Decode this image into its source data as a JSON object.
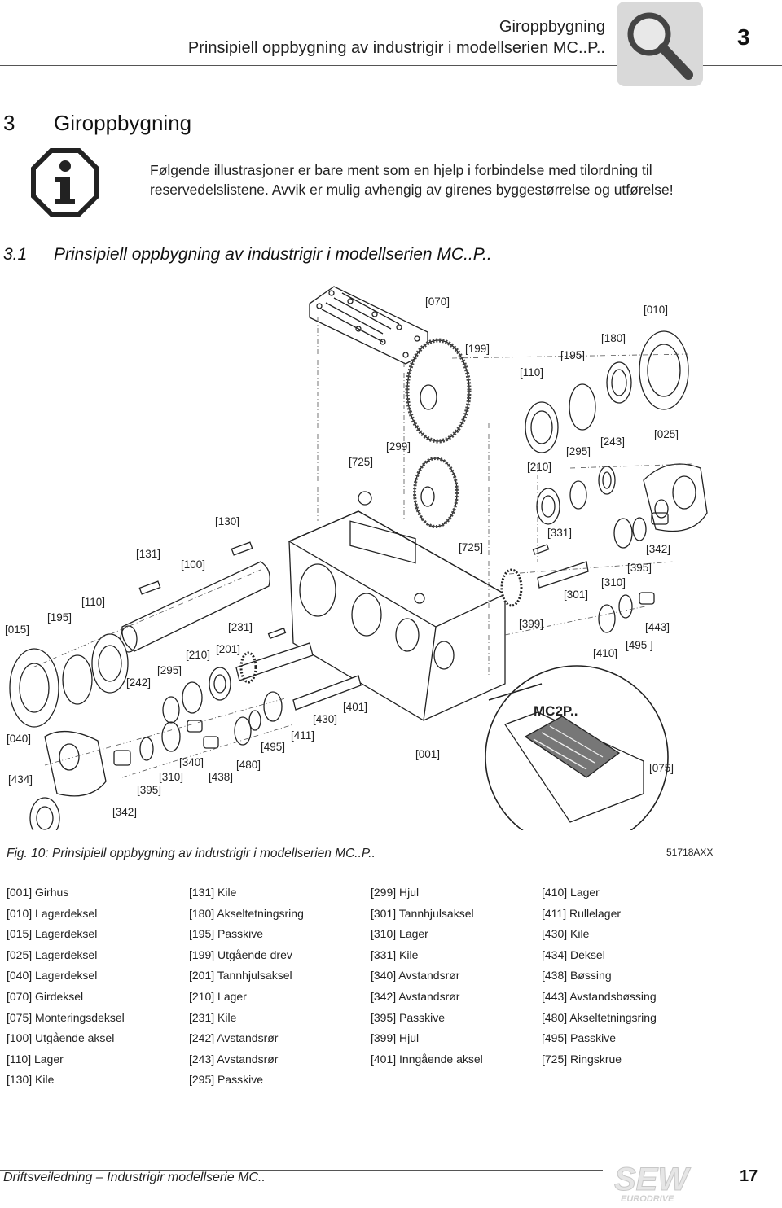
{
  "header": {
    "title": "Giroppbygning",
    "subtitle": "Prinsipiell oppbygning av industrigir i modellserien MC..P..",
    "chapter_number": "3",
    "icon": "magnifier-icon"
  },
  "section": {
    "number": "3",
    "title": "Giroppbygning",
    "info_icon": "info-icon",
    "info_text": "Følgende illustrasjoner er bare ment som en hjelp i forbindelse med tilordning til reservedelslistene. Avvik er mulig avhengig av girenes byggestørrelse og utførelse!"
  },
  "subsection": {
    "number": "3.1",
    "title": "Prinsipiell oppbygning av industrigir i modellserien MC..P.."
  },
  "figure": {
    "callouts": [
      "[070]",
      "[010]",
      "[199]",
      "[180]",
      "[195]",
      "[110]",
      "[025]",
      "[299]",
      "[243]",
      "[295]",
      "[725]",
      "[210]",
      "[130]",
      "[131]",
      "[100]",
      "[725]",
      "[331]",
      "[342]",
      "[395]",
      "[310]",
      "[301]",
      "[110]",
      "[195]",
      "[015]",
      "[231]",
      "[399]",
      "[443]",
      "[201]",
      "[495 ]",
      "[410]",
      "[210]",
      "[295]",
      "[242]",
      "[401]",
      "[430]",
      "[411]",
      "[040]",
      "[495]",
      "[340]",
      "[480]",
      "[001]",
      "[310]",
      "[438]",
      "[434]",
      "[395]",
      "[342]",
      "[075]"
    ],
    "detail_label": "MC2P..",
    "caption": "Fig. 10: Prinsipiell oppbygning av industrigir i modellserien MC..P..",
    "code": "51718AXX"
  },
  "legend": {
    "columns": [
      [
        "[001] Girhus",
        "[010] Lagerdeksel",
        "[015] Lagerdeksel",
        "[025] Lagerdeksel",
        "[040] Lagerdeksel",
        "[070] Girdeksel",
        "[075] Monteringsdeksel",
        "[100] Utgående aksel",
        "[110] Lager",
        "[130] Kile"
      ],
      [
        "[131] Kile",
        "[180] Akseltetningsring",
        "[195] Passkive",
        "[199] Utgående drev",
        "[201] Tannhjulsaksel",
        "[210] Lager",
        "[231] Kile",
        "[242] Avstandsrør",
        "[243] Avstandsrør",
        "[295] Passkive"
      ],
      [
        "[299] Hjul",
        "[301] Tannhjulsaksel",
        "[310] Lager",
        "[331] Kile",
        "[340] Avstandsrør",
        "[342] Avstandsrør",
        "[395] Passkive",
        "[399] Hjul",
        "[401] Inngående aksel"
      ],
      [
        "[410] Lager",
        "[411] Rullelager",
        "[430] Kile",
        "[434] Deksel",
        "[438] Bøssing",
        "[443] Avstandsbøssing",
        "[480] Akseltetningsring",
        "[495] Passkive",
        "[725] Ringskrue"
      ]
    ]
  },
  "footer": {
    "text": "Driftsveiledning – Industrigir modellserie MC..",
    "page": "17",
    "logo_text": "SEW",
    "logo_subtext": "EURODRIVE"
  }
}
